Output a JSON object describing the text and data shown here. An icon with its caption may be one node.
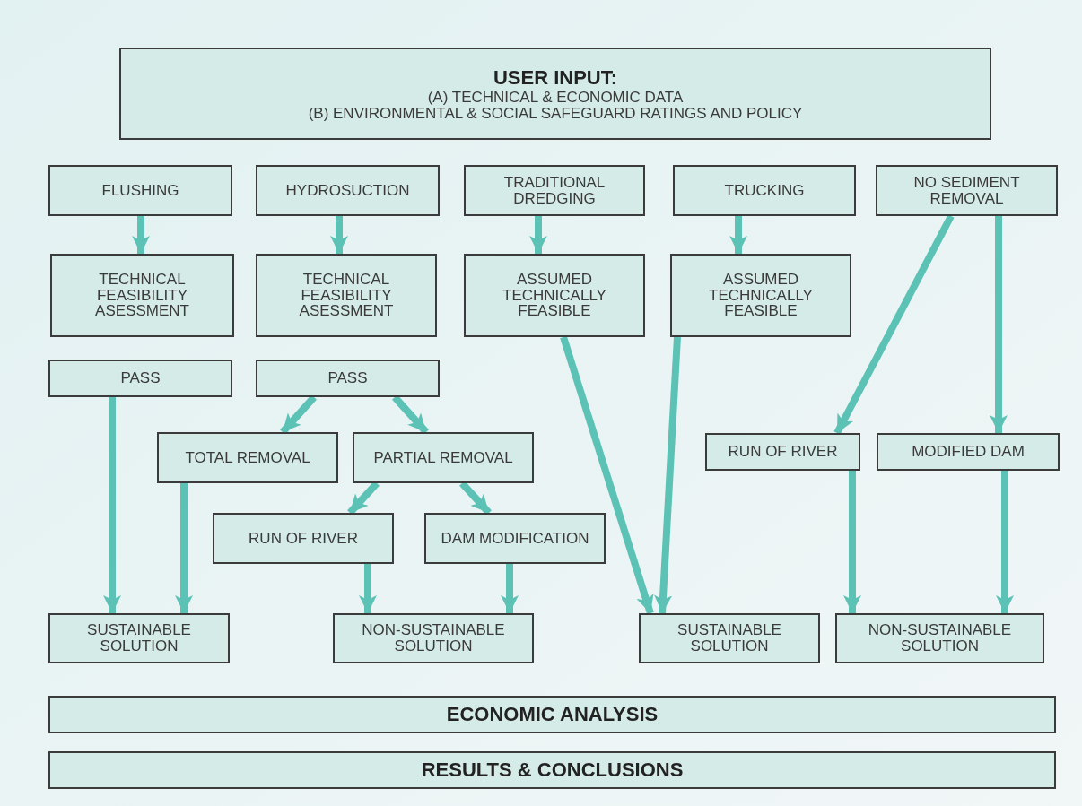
{
  "diagram": {
    "nodes": [
      {
        "text": [
          "USER INPUT:",
          "(A) TECHNICAL & ECONOMIC DATA",
          "(B) ENVIRONMENTAL & SOCIAL SAFEGUARD RATINGS AND POLICY"
        ]
      },
      {
        "text": [
          "FLUSHING"
        ]
      },
      {
        "text": [
          "HYDROSUCTION"
        ]
      },
      {
        "text": [
          "TRADITIONAL DREDGING"
        ]
      },
      {
        "text": [
          "TRUCKING"
        ]
      },
      {
        "text": [
          "NO SEDIMENT REMOVAL"
        ]
      },
      {
        "text": [
          "TECHNICAL FEASIBILITY ASESSMENT"
        ]
      },
      {
        "text": [
          "TECHNICAL FEASIBILITY ASESSMENT"
        ]
      },
      {
        "text": [
          "ASSUMED TECHNICALLY FEASIBLE"
        ]
      },
      {
        "text": [
          "ASSUMED TECHNICALLY FEASIBLE"
        ]
      },
      {
        "text": [
          "PASS"
        ]
      },
      {
        "text": [
          "PASS"
        ]
      },
      {
        "text": [
          "TOTAL REMOVAL"
        ]
      },
      {
        "text": [
          "PARTIAL REMOVAL"
        ]
      },
      {
        "text": [
          "RUN OF RIVER"
        ]
      },
      {
        "text": [
          "DAM MODIFICATION"
        ]
      },
      {
        "text": [
          "RUN OF RIVER"
        ]
      },
      {
        "text": [
          "MODIFIED DAM"
        ]
      },
      {
        "text": [
          "SUSTAINABLE SOLUTION"
        ]
      },
      {
        "text": [
          "NON-SUSTAINABLE SOLUTION"
        ]
      },
      {
        "text": [
          "SUSTAINABLE SOLUTION"
        ]
      },
      {
        "text": [
          "NON-SUSTAINABLE SOLUTION"
        ]
      },
      {
        "text": [
          "ECONOMIC ANALYSIS"
        ]
      },
      {
        "text": [
          "RESULTS & CONCLUSIONS"
        ]
      }
    ],
    "edges": [
      {
        "from": 1,
        "to": 6,
        "arrow": "to"
      },
      {
        "from": 2,
        "to": 7,
        "arrow": "to"
      },
      {
        "from": 3,
        "to": 8,
        "arrow": "to"
      },
      {
        "from": 4,
        "to": 9,
        "arrow": "to"
      },
      {
        "from": 5,
        "to": 16,
        "arrow": "to"
      },
      {
        "from": 5,
        "to": 17,
        "arrow": "to"
      },
      {
        "from": 10,
        "to": 18,
        "arrow": "to"
      },
      {
        "from": 11,
        "to": 12,
        "arrow": "to"
      },
      {
        "from": 11,
        "to": 13,
        "arrow": "to"
      },
      {
        "from": 12,
        "to": 18,
        "arrow": "to"
      },
      {
        "from": 13,
        "to": 14,
        "arrow": "to"
      },
      {
        "from": 13,
        "to": 15,
        "arrow": "to"
      },
      {
        "from": 14,
        "to": 19,
        "arrow": "to"
      },
      {
        "from": 15,
        "to": 19,
        "arrow": "to"
      },
      {
        "from": 8,
        "to": 20,
        "arrow": "to"
      },
      {
        "from": 9,
        "to": 20,
        "arrow": "to"
      },
      {
        "from": 16,
        "to": 21,
        "arrow": "to"
      },
      {
        "from": 17,
        "to": 21,
        "arrow": "to"
      }
    ]
  }
}
